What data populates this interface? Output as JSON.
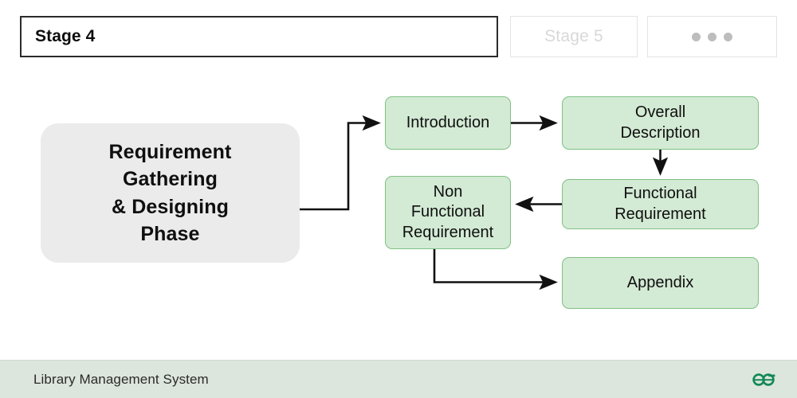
{
  "stage_bar": {
    "tabs": [
      {
        "label": "Stage 4",
        "state": "active"
      },
      {
        "label": "Stage 5",
        "state": "inactive"
      }
    ],
    "more_label": "•••"
  },
  "diagram": {
    "type": "flowchart",
    "nodes": [
      {
        "id": "phase",
        "label": "Requirement\nGathering\n& Designing\nPhase",
        "style": "grey-rounded"
      },
      {
        "id": "introduction",
        "label": "Introduction",
        "style": "green"
      },
      {
        "id": "overall",
        "label": "Overall\nDescription",
        "style": "green"
      },
      {
        "id": "nonfunctional",
        "label": "Non\nFunctional\nRequirement",
        "style": "green"
      },
      {
        "id": "functional",
        "label": "Functional\nRequirement",
        "style": "green"
      },
      {
        "id": "appendix",
        "label": "Appendix",
        "style": "green"
      }
    ],
    "edges": [
      {
        "from": "phase",
        "to": "introduction",
        "kind": "elbow-up"
      },
      {
        "from": "introduction",
        "to": "overall",
        "kind": "straight-right"
      },
      {
        "from": "overall",
        "to": "functional",
        "kind": "straight-down"
      },
      {
        "from": "functional",
        "to": "nonfunctional",
        "kind": "straight-left"
      },
      {
        "from": "nonfunctional",
        "to": "appendix",
        "kind": "elbow-down"
      }
    ],
    "node_labels": {
      "phase_line1": "Requirement",
      "phase_line2": "Gathering",
      "phase_line3": "& Designing",
      "phase_line4": "Phase",
      "introduction": "Introduction",
      "overall_line1": "Overall",
      "overall_line2": "Description",
      "nonfunctional_line1": "Non",
      "nonfunctional_line2": "Functional",
      "nonfunctional_line3": "Requirement",
      "functional_line1": "Functional",
      "functional_line2": "Requirement",
      "appendix": "Appendix"
    }
  },
  "footer": {
    "title": "Library Management System",
    "logo": "geeksforgeeks-logo"
  },
  "colors": {
    "green_fill": "#d3ead4",
    "green_border": "#7fc184",
    "grey_fill": "#ebebeb",
    "footer_bg": "#dde6dd",
    "logo_green": "#118955",
    "connector": "#111111",
    "active_tab_border": "#2b2b2b",
    "inactive_tab_text": "#d8d8d8"
  }
}
